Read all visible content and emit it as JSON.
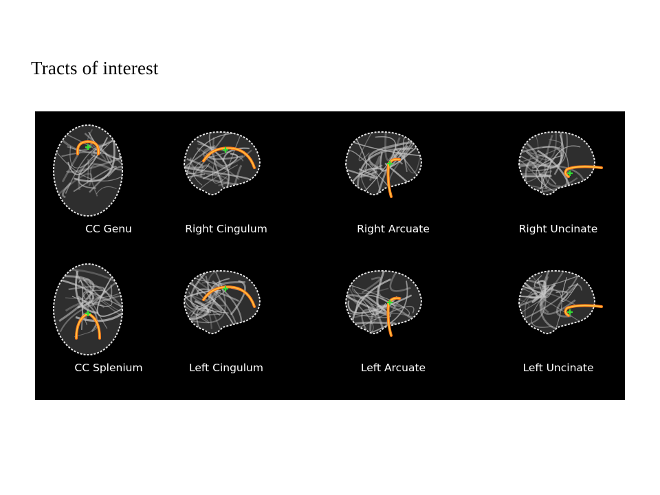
{
  "slide": {
    "title": "Tracts of interest"
  },
  "figure": {
    "background_color": "#000000",
    "tract_color": "#ff7a1a",
    "tract_highlight_color": "#ffd24a",
    "seed_color": "#33dd33",
    "panels": [
      {
        "label": "CC Genu",
        "view": "axial",
        "tract": "cc-genu"
      },
      {
        "label": "Right Cingulum",
        "view": "sagittal",
        "tract": "cingulum"
      },
      {
        "label": "Right Arcuate",
        "view": "sagittal",
        "tract": "arcuate"
      },
      {
        "label": "Right Uncinate",
        "view": "sagittal",
        "tract": "uncinate"
      },
      {
        "label": "CC Splenium",
        "view": "axial",
        "tract": "cc-splenium"
      },
      {
        "label": "Left Cingulum",
        "view": "sagittal",
        "tract": "cingulum"
      },
      {
        "label": "Left Arcuate",
        "view": "sagittal",
        "tract": "arcuate"
      },
      {
        "label": "Left Uncinate",
        "view": "sagittal",
        "tract": "uncinate"
      }
    ]
  }
}
